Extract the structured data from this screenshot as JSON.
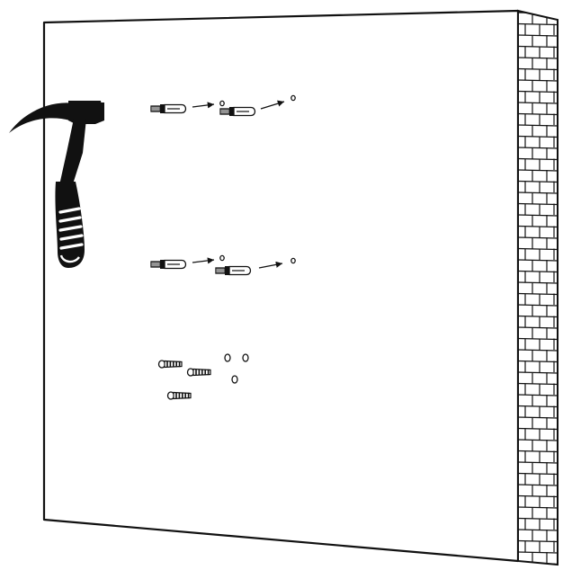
{
  "illustration": {
    "subject": "wall-mounting-installation",
    "icons": [
      "hammer-icon",
      "expansion-bolt-icon",
      "arrow-right-icon",
      "drill-hole-icon",
      "wall-plug-icon",
      "brick-wall-icon"
    ],
    "colors": {
      "outline": "#111111",
      "wall_face": "#ffffff",
      "hammer": "#111111",
      "hammer_grip_bands": "#ffffff"
    },
    "groups": [
      {
        "id": "top-bolts",
        "item": "expansion-bolt",
        "count": 2,
        "arrow": true,
        "holes": 2
      },
      {
        "id": "middle-bolts",
        "item": "expansion-bolt",
        "count": 2,
        "arrow": true,
        "holes": 2
      },
      {
        "id": "bottom-plugs",
        "item": "wall-plug",
        "count": 3,
        "arrow": false,
        "holes": 3
      }
    ]
  }
}
